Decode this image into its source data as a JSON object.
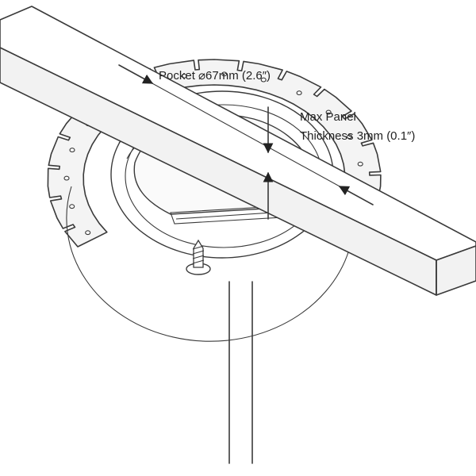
{
  "annotations": {
    "pocket": "Pocket ⌀67mm (2.6″)",
    "thickness_line1": "Max Panel",
    "thickness_line2": "Thickness 3mm (0.1″)"
  },
  "colors": {
    "line": "#3a3a3a",
    "fill_light": "#f4f4f4",
    "background": "#ffffff"
  },
  "icons": [
    "screw-icon",
    "dimension-arrow-icon"
  ]
}
